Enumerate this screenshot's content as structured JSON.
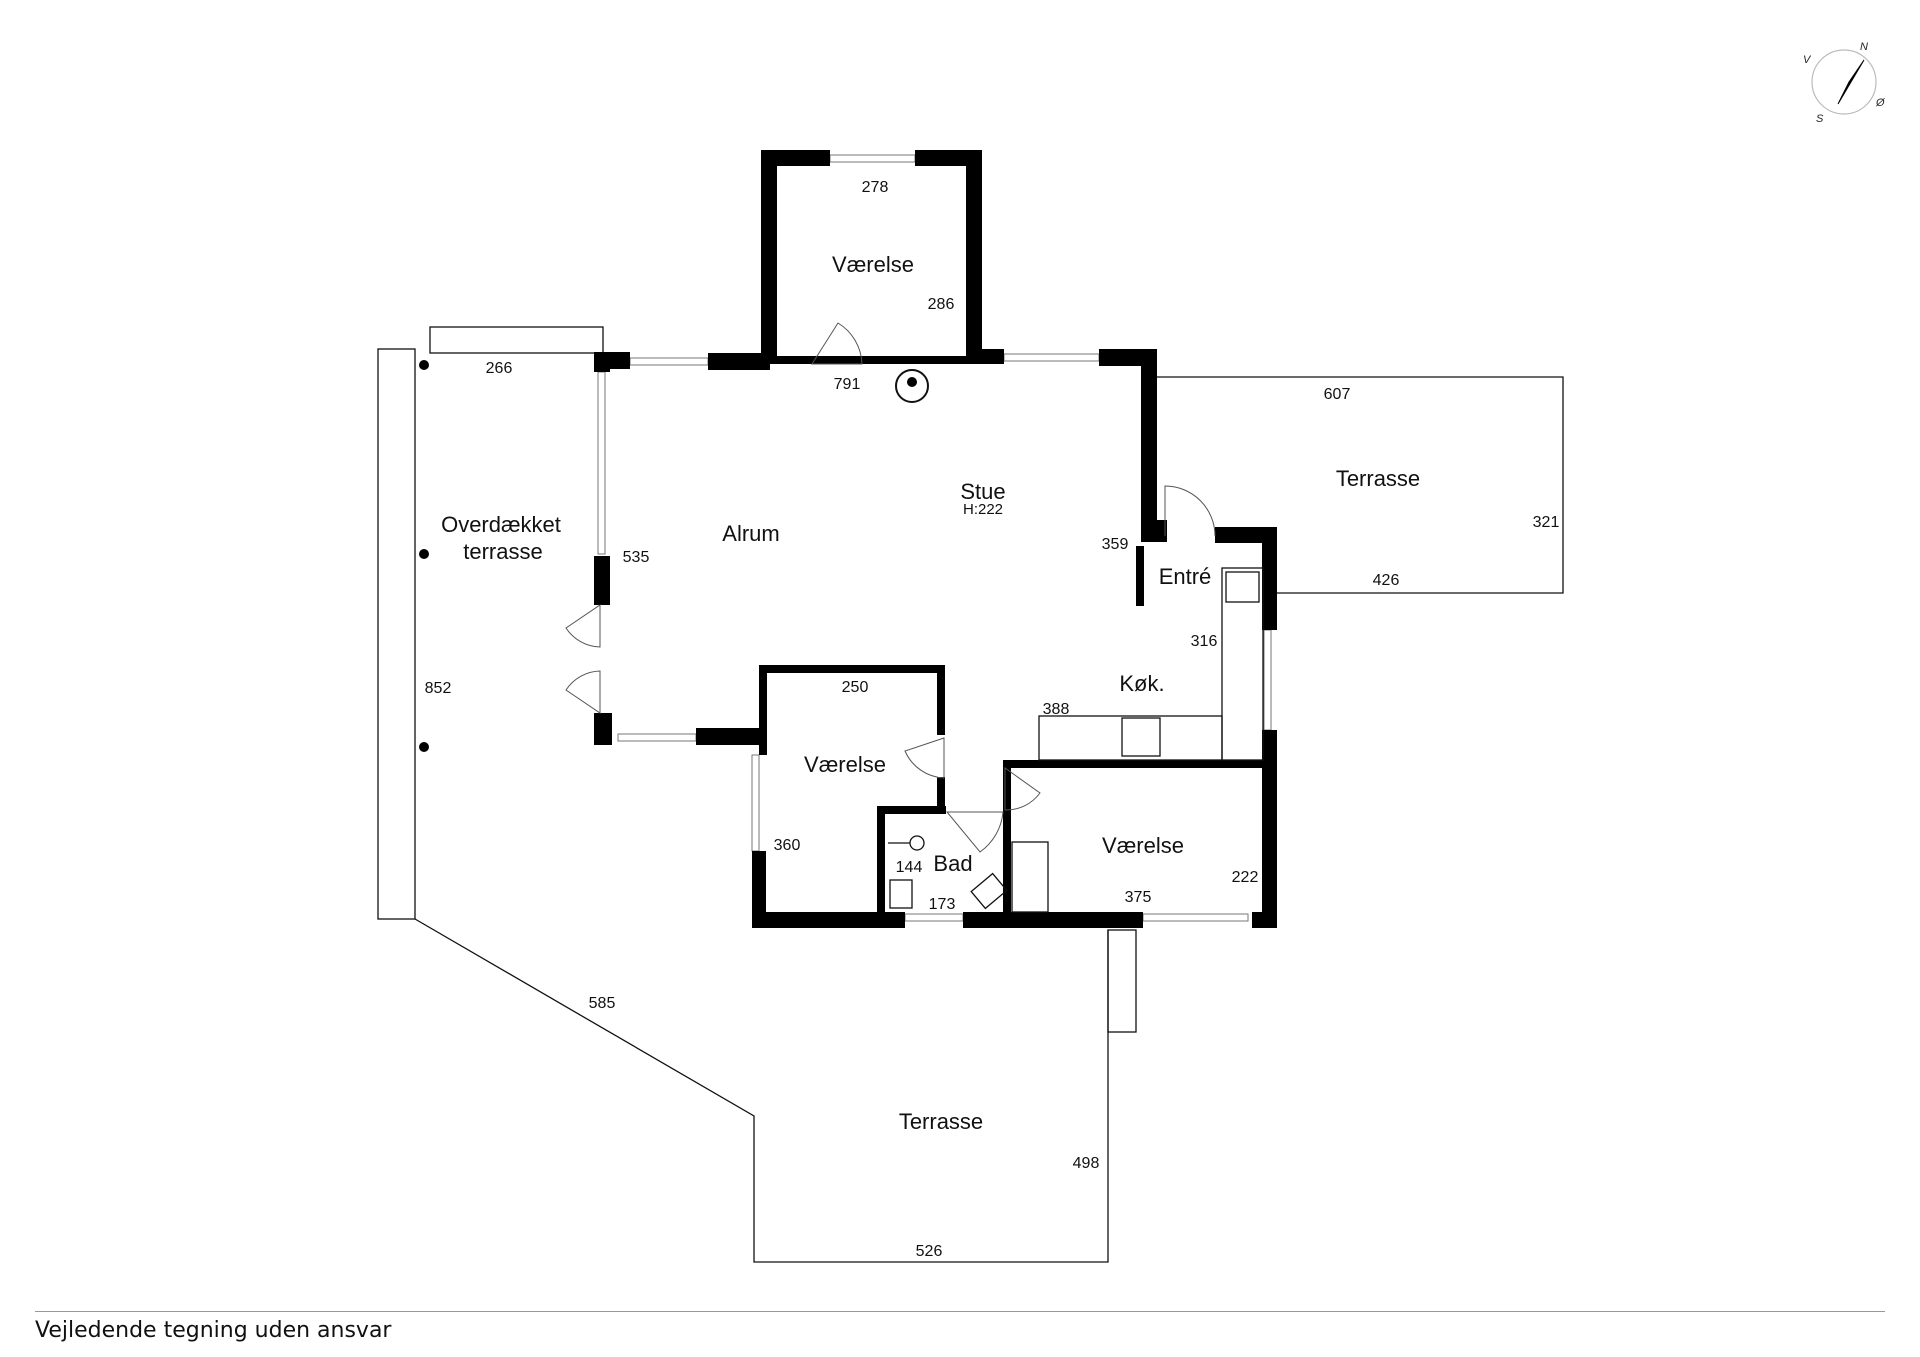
{
  "rooms": {
    "vaerelse_top": "Værelse",
    "alrum": "Alrum",
    "stue": "Stue",
    "stue_height": "H:222",
    "overdaekket_line1": "Overdækket",
    "overdaekket_line2": "terrasse",
    "terrasse_east": "Terrasse",
    "entre": "Entré",
    "koek": "Køk.",
    "vaerelse_mid": "Værelse",
    "bad": "Bad",
    "vaerelse_right": "Værelse",
    "terrasse_south": "Terrasse"
  },
  "dimensions": {
    "d278": "278",
    "d286": "286",
    "d791": "791",
    "d266": "266",
    "d607": "607",
    "d321": "321",
    "d426": "426",
    "d535": "535",
    "d359": "359",
    "d316": "316",
    "d250": "250",
    "d388": "388",
    "d852": "852",
    "d360": "360",
    "d144": "144",
    "d173": "173",
    "d375": "375",
    "d222": "222",
    "d585": "585",
    "d498": "498",
    "d526": "526"
  },
  "compass": {
    "n": "N",
    "v": "V",
    "s": "S",
    "o": "Ø"
  },
  "footer": {
    "disclaimer": "Vejledende tegning uden ansvar"
  }
}
